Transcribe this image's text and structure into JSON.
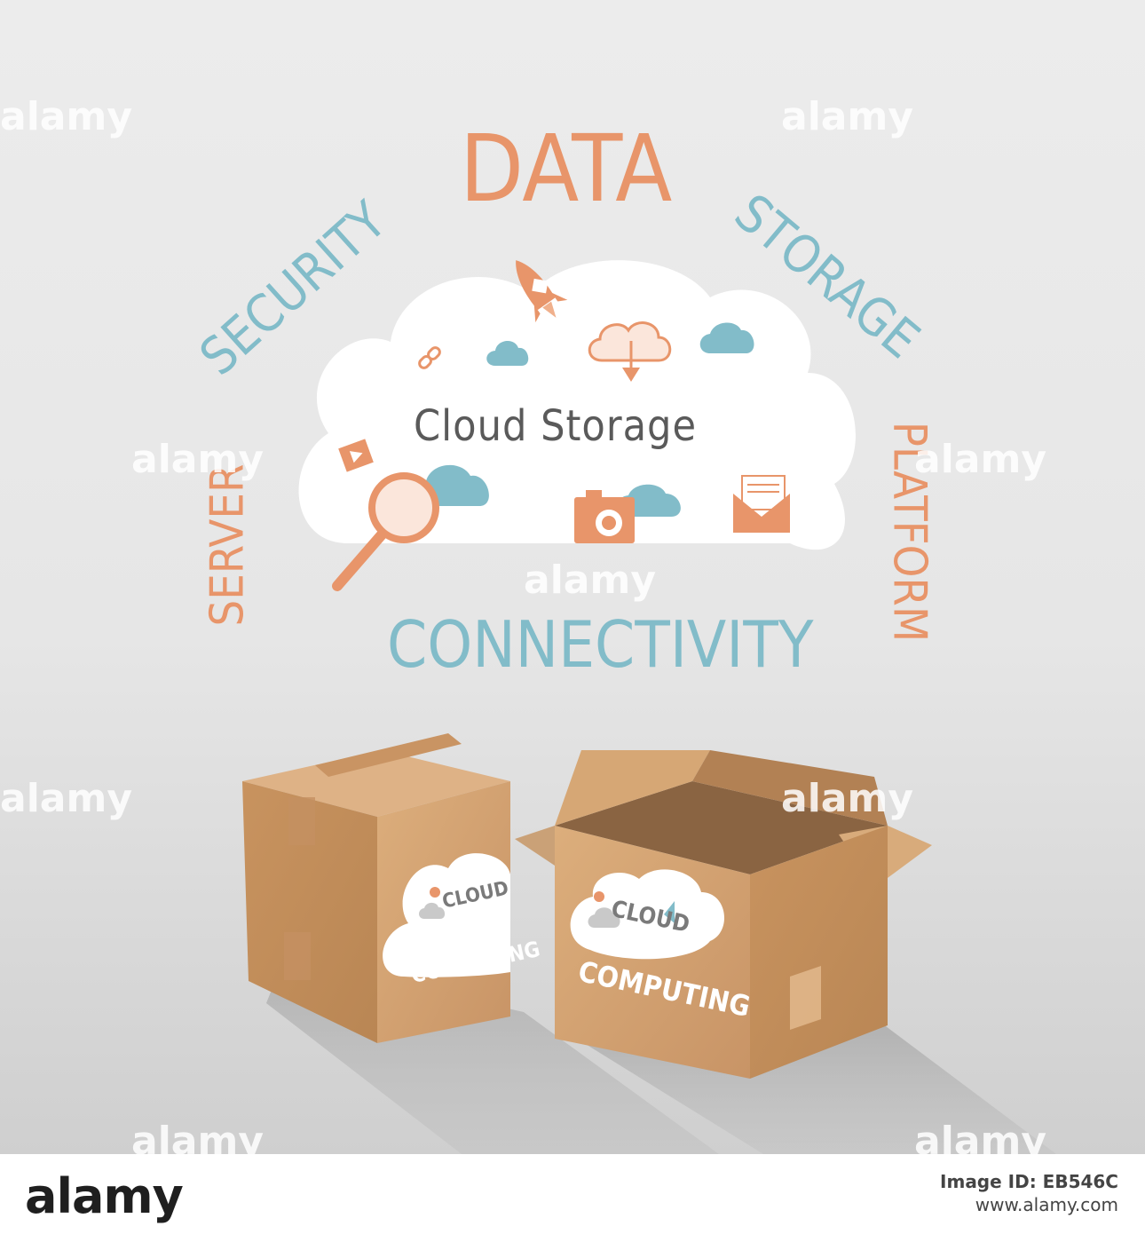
{
  "cloud_title": "Cloud Storage",
  "words": {
    "data": "DATA",
    "security": "SECURITY",
    "storage": "STORAGE",
    "server": "SERVER",
    "platform": "PLATFORM",
    "connectivity": "CONNECTIVITY"
  },
  "box_labels": {
    "left_top": "CLOUD",
    "left_bottom": "COMPUTING",
    "right_top": "CLOUD",
    "right_bottom": "COMPUTING"
  },
  "watermark": "alamy",
  "footer": {
    "logo": "alamy",
    "stock_text": "Image ID: EB546C",
    "url": "www.alamy.com"
  },
  "colors": {
    "orange": "#e8956a",
    "blue": "#82bcc9",
    "box": "#d3a373",
    "dark_text": "#5a5a5a"
  },
  "icons": [
    "rocket-icon",
    "cloud-download-icon",
    "link-icon",
    "cloud-icon",
    "play-icon",
    "magnifier-icon",
    "camera-icon",
    "mail-icon"
  ]
}
